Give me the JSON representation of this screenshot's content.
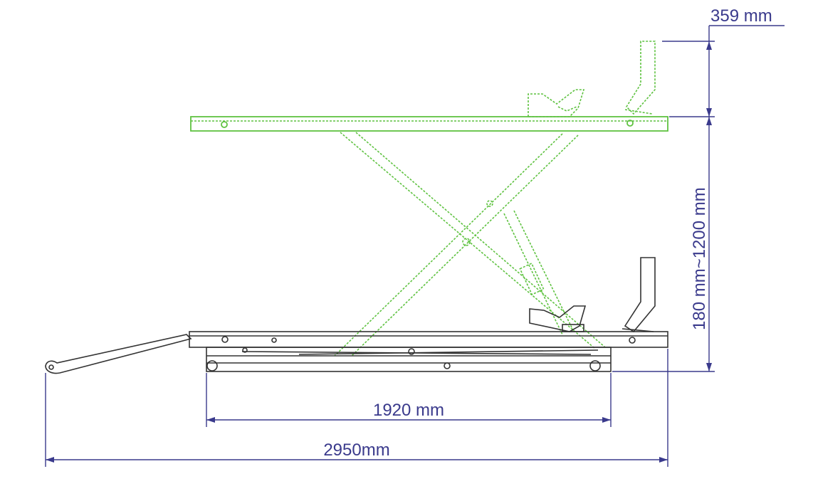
{
  "dimensions": {
    "handle_height": "359 mm",
    "lift_range": "180 mm~1200 mm",
    "platform_length": "1920 mm",
    "overall_length": "2950mm"
  },
  "colors": {
    "dimension_lines": "#3a3a8c",
    "lifted_position": "#5fc241",
    "lowered_position": "#333333"
  }
}
